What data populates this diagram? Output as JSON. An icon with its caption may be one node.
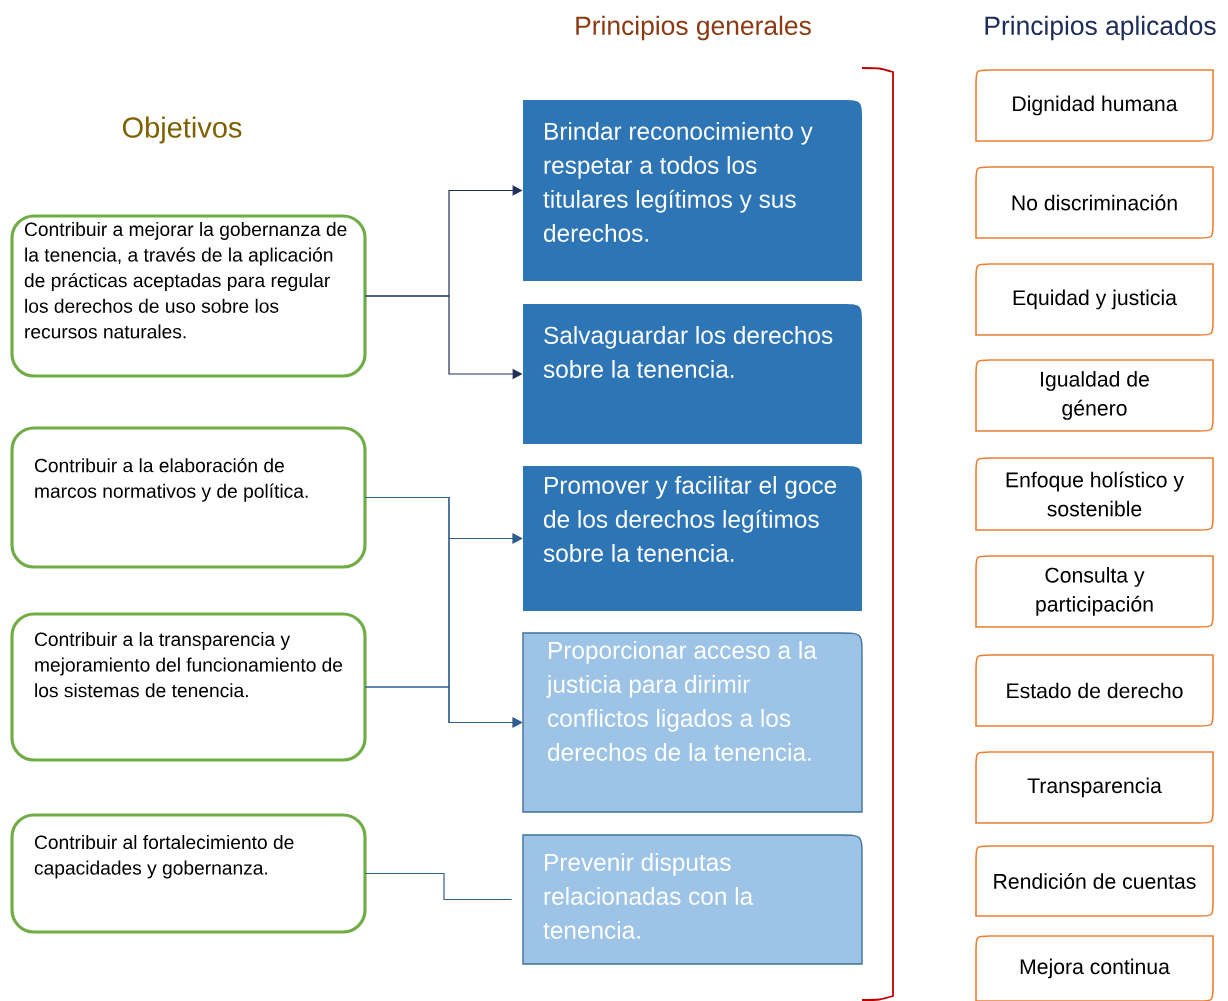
{
  "diagram": {
    "nodes": [
      {
        "text": [
          "Contribuir a mejorar la gobernanza de la tenencia, a través de la aplicación de prácticas aceptadas para regular los derechos de uso sobre los recursos naturales."
        ]
      },
      {
        "text": [
          "Contribuir a la elaboración de marcos normativos y de política."
        ]
      },
      {
        "text": [
          "Contribuir a la transparencia y mejoramiento del funcionamiento de los sistemas de tenencia."
        ]
      },
      {
        "text": [
          "Contribuir al fortalecimiento de capacidades y gobernanza."
        ]
      },
      {
        "text": [
          "Brindar reconocimiento y respetar a todos los titulares legítimos y sus derechos."
        ]
      },
      {
        "text": [
          "Salvaguardar los derechos sobre la tenencia."
        ]
      },
      {
        "text": [
          "Promover y facilitar el goce de los derechos legítimos sobre la tenencia."
        ]
      },
      {
        "text": [
          "Proporcionar acceso a la justicia para dirimir conflictos ligados a los derechos de la tenencia."
        ]
      },
      {
        "text": [
          "Prevenir disputas relacionadas con la tenencia."
        ]
      },
      {
        "text": [
          "Dignidad humana"
        ]
      },
      {
        "text": [
          "No discriminación"
        ]
      },
      {
        "text": [
          "Equidad y justicia"
        ]
      },
      {
        "text": [
          "Igualdad de género"
        ]
      },
      {
        "text": [
          "Enfoque holístico y sostenible"
        ]
      },
      {
        "text": [
          "Consulta y participación"
        ]
      },
      {
        "text": [
          "Estado de derecho"
        ]
      },
      {
        "text": [
          "Transparencia"
        ]
      },
      {
        "text": [
          "Rendición de cuentas"
        ]
      },
      {
        "text": [
          "Mejora continua"
        ]
      }
    ],
    "edges": [
      {
        "from": 0,
        "to": 4,
        "arrow": "to",
        "color": "#1f2d5a"
      },
      {
        "from": 0,
        "to": 5,
        "arrow": "to",
        "color": "#1f2d5a"
      },
      {
        "from": 1,
        "to": 6,
        "arrow": "to"
      },
      {
        "from": 1,
        "to": 7,
        "arrow": "to"
      },
      {
        "from": 2,
        "to": 6,
        "arrow": "to"
      },
      {
        "from": 2,
        "to": 7,
        "arrow": "to"
      },
      {
        "from": 3,
        "to": 8,
        "arrow": "none"
      }
    ],
    "labels": [
      "Principios generales",
      "Principios aplicados",
      "Objetivos"
    ]
  }
}
